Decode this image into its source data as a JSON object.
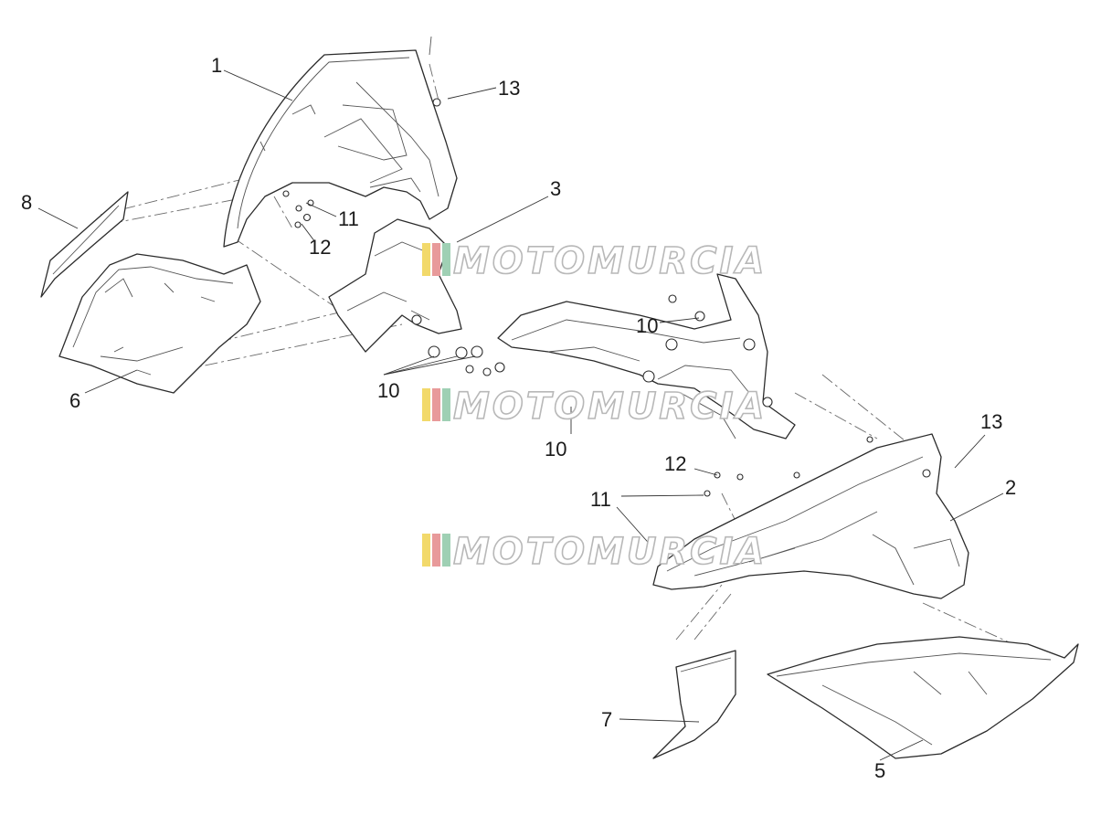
{
  "diagram": {
    "callouts": [
      {
        "id": "c1",
        "label": "1"
      },
      {
        "id": "c2",
        "label": "2"
      },
      {
        "id": "c3",
        "label": "3"
      },
      {
        "id": "c5",
        "label": "5"
      },
      {
        "id": "c6",
        "label": "6"
      },
      {
        "id": "c7",
        "label": "7"
      },
      {
        "id": "c8",
        "label": "8"
      },
      {
        "id": "c10a",
        "label": "10"
      },
      {
        "id": "c10b",
        "label": "10"
      },
      {
        "id": "c10c",
        "label": "10"
      },
      {
        "id": "c11a",
        "label": "11"
      },
      {
        "id": "c11b",
        "label": "11"
      },
      {
        "id": "c12a",
        "label": "12"
      },
      {
        "id": "c12b",
        "label": "12"
      },
      {
        "id": "c13a",
        "label": "13"
      },
      {
        "id": "c13b",
        "label": "13"
      }
    ]
  },
  "watermark": {
    "text": "MOTOMURCIA",
    "colors": [
      "#f2d96b",
      "#e89a9a",
      "#9fd0b4"
    ]
  }
}
